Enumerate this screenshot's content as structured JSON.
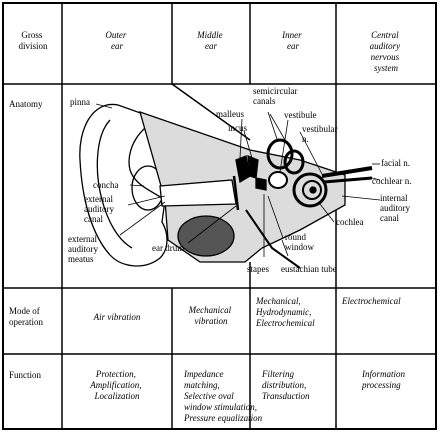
{
  "table": {
    "header": {
      "gross_division": "Gross division",
      "outer_ear": "Outer ear",
      "middle_ear": "Middle ear",
      "inner_ear": "Inner ear",
      "central": "Central auditory nervous system"
    },
    "rows": {
      "anatomy": "Anatomy",
      "mode": "Mode of operation",
      "function": "Function"
    },
    "mode": {
      "outer": "Air vibration",
      "middle": "Mechanical vibration",
      "inner": "Mechanical, Hydrodynamic, Electrochemical",
      "central": "Electrochemical"
    },
    "function": {
      "outer": "Protection, Amplification, Localization",
      "middle": "Impedance matching, Selective oval window stimulation, Pressure equalization",
      "inner": "Filtering distribution, Transduction",
      "central": "Information processing"
    }
  },
  "anatomy_labels": {
    "pinna": "pinna",
    "malleus": "malleus",
    "incus": "incus",
    "semicircular_canals": "semicircular canals",
    "vestibule": "vestibule",
    "vestibular_n": "vestibular n.",
    "facial_n": "facial n.",
    "cochlear_n": "cochlear n.",
    "concha": "concha",
    "external_auditory_canal": "external auditory canal",
    "internal_auditory_canal": "internal auditory canal",
    "cochlea": "cochlea",
    "round_window": "round window",
    "external_auditory_meatus": "external auditory meatus",
    "ear_drum": "ear drum",
    "stapes": "stapes",
    "eustachian_tube": "eustachian tube"
  }
}
